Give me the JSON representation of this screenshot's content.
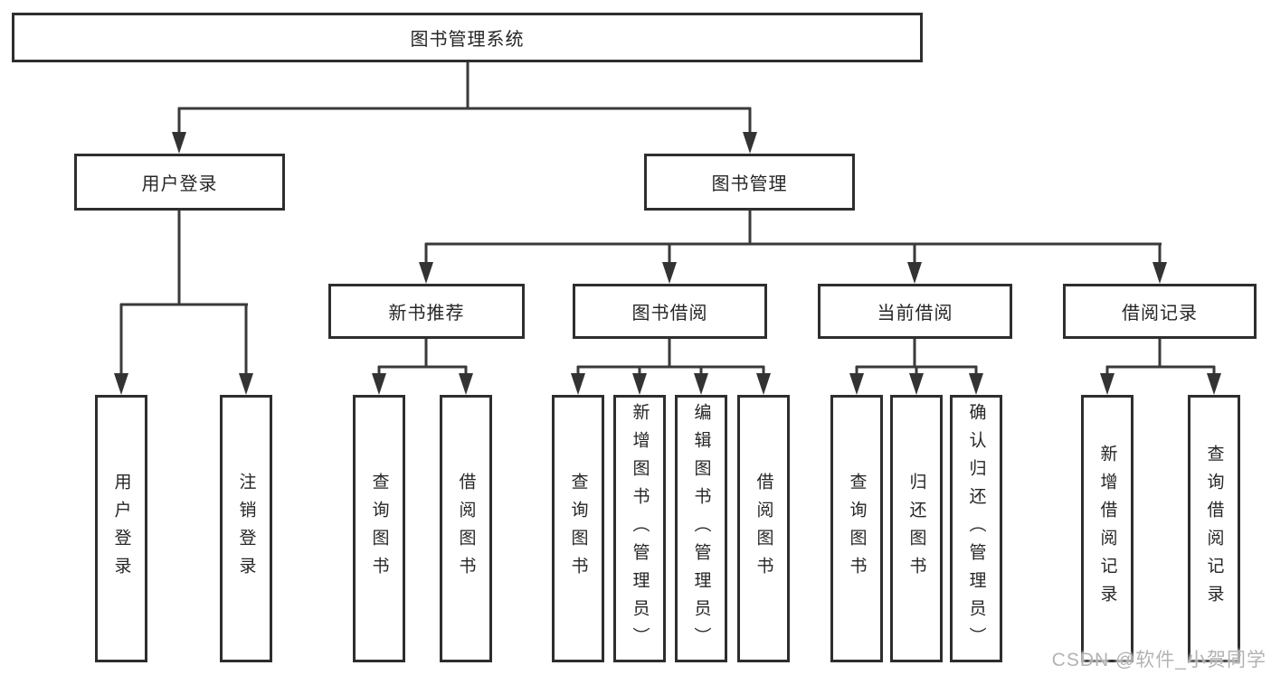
{
  "diagram": {
    "title": "图书管理系统",
    "level2": {
      "user_login": "用户登录",
      "book_management": "图书管理"
    },
    "level3": {
      "new_book_recommend": "新书推荐",
      "book_borrowing": "图书借阅",
      "current_borrowing": "当前借阅",
      "borrowing_records": "借阅记录"
    },
    "leaves": {
      "login": [
        "用户登录",
        "注销登录"
      ],
      "recommend": [
        "查询图书",
        "借阅图书"
      ],
      "borrow": [
        "查询图书",
        "新增图书（管理员）",
        "编辑图书（管理员）",
        "借阅图书"
      ],
      "current": [
        "查询图书",
        "归还图书",
        "确认归还（管理员）"
      ],
      "records": [
        "新增借阅记录",
        "查询借阅记录"
      ]
    }
  },
  "watermark": "CSDN @软件_小贺同学",
  "colors": {
    "background": "#ffffff",
    "line": "#3a3a3a",
    "box_border": "#2e2e2e",
    "text": "#262626",
    "watermark_text": "#b3b3b3"
  }
}
